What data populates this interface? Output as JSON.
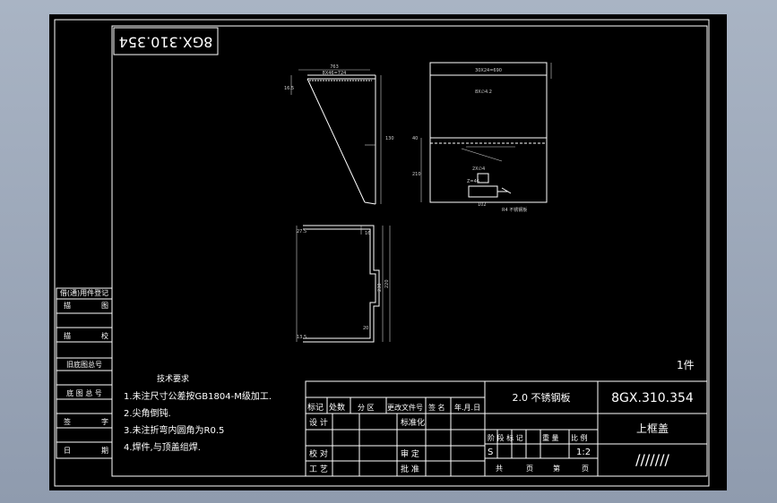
{
  "drawing_number": "8GX.310.354",
  "drawing_number_rotated": "8GX.310.354",
  "quantity": "1件",
  "left_stamp": {
    "r1": "借(通)用件登记",
    "r2a": "描",
    "r2b": "图",
    "r3a": "描",
    "r3b": "校",
    "r4": "旧底图总号",
    "r5a": "底 图 总 号",
    "r6a": "签",
    "r6b": "字",
    "r7a": "日",
    "r7b": "期"
  },
  "tech": {
    "title": "技术要求",
    "items": [
      "1.未注尺寸公差按GB1804-M级加工.",
      "2.尖角倒钝.",
      "3.未注折弯内圆角为R0.5",
      "4.焊件,与顶盖组焊."
    ]
  },
  "title_block": {
    "h1": "标记",
    "h2": "处数",
    "h3": "分 区",
    "h4": "更改文件号",
    "h5": "签 名",
    "h6": "年.月.日",
    "design": "设 计",
    "standard": "标准化",
    "check": "校 对",
    "audit": "审 定",
    "process": "工 艺",
    "approve": "批 准",
    "material": "2.0 不锈钢板",
    "stage": "阶 段 标 记",
    "weight": "重 量",
    "scale_label": "比 例",
    "stage_mark": "S",
    "scale": "1:2",
    "sheets_total": "共",
    "sheets_unit": "页",
    "sheet_no": "第",
    "sheet_unit": "页",
    "part_name": "上框盖",
    "company": "///////"
  },
  "dims": {
    "front_top": "8X46=724",
    "front_total": "763",
    "side_top": "30X24=690",
    "side_hole": "8X∅4.2",
    "side_note": "R4 不锈钢板",
    "left_h": "16.5",
    "mid_h": "130",
    "side_h1": "40",
    "side_h2": "210",
    "detail_a": "2X∅4",
    "detail_b": "Z=46",
    "detail_c": "102",
    "bottom_a": "16",
    "bottom_b": "230",
    "bottom_c": "220",
    "bottom_d": "20",
    "bottom_e": "13.5",
    "bottom_f": "27.5"
  }
}
